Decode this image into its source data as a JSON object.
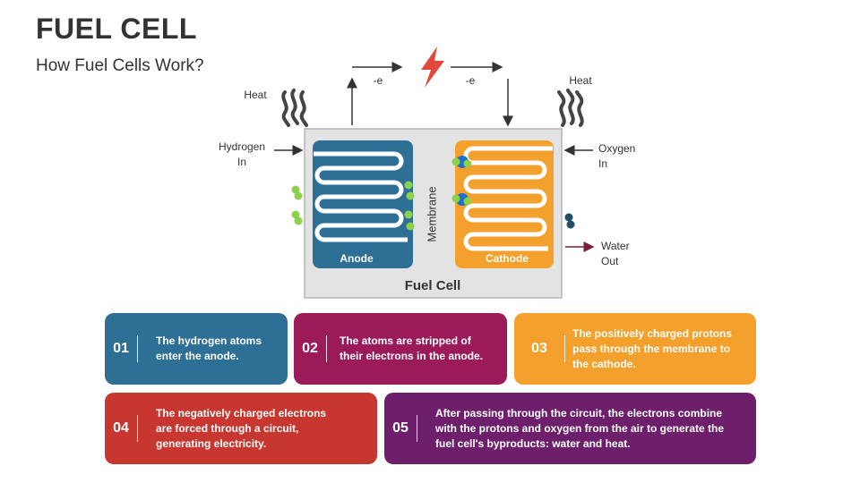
{
  "header": {
    "title": "FUEL CELL",
    "subtitle": "How Fuel Cells Work?"
  },
  "diagram": {
    "heat_left": "Heat",
    "heat_right": "Heat",
    "electron_left": "-e",
    "electron_right": "-e",
    "hydrogen_in": [
      "Hydrogen",
      "In"
    ],
    "oxygen_in": [
      "Oxygen",
      "In"
    ],
    "water_out": [
      "Water",
      "Out"
    ],
    "anode": "Anode",
    "cathode": "Cathode",
    "membrane": "Membrane",
    "fuel_cell": "Fuel Cell",
    "colors": {
      "anode": "#2e6f96",
      "cathode": "#f4a02c",
      "cell_bg": "#e3e3e3",
      "lightning": "#e14a3b",
      "hydrogen_dot": "#8cd148",
      "oxygen_dot": "#1f6fd1",
      "water_dot": "#1e4f66"
    }
  },
  "steps": [
    {
      "num": "01",
      "text": "The hydrogen atoms enter the anode.",
      "color": "#2e6f96"
    },
    {
      "num": "02",
      "text": "The atoms are stripped of their electrons in the anode.",
      "color": "#9b1b5a"
    },
    {
      "num": "03",
      "text": "The positively charged protons pass through the membrane to the cathode.",
      "color": "#f4a02c"
    },
    {
      "num": "04",
      "text": "The negatively charged electrons are forced through a circuit, generating electricity.",
      "color": "#c7372f"
    },
    {
      "num": "05",
      "text": "After passing through the circuit, the electrons combine with the protons and oxygen from the air to generate the fuel cell's byproducts: water and heat.",
      "color": "#6e1f6b"
    }
  ]
}
